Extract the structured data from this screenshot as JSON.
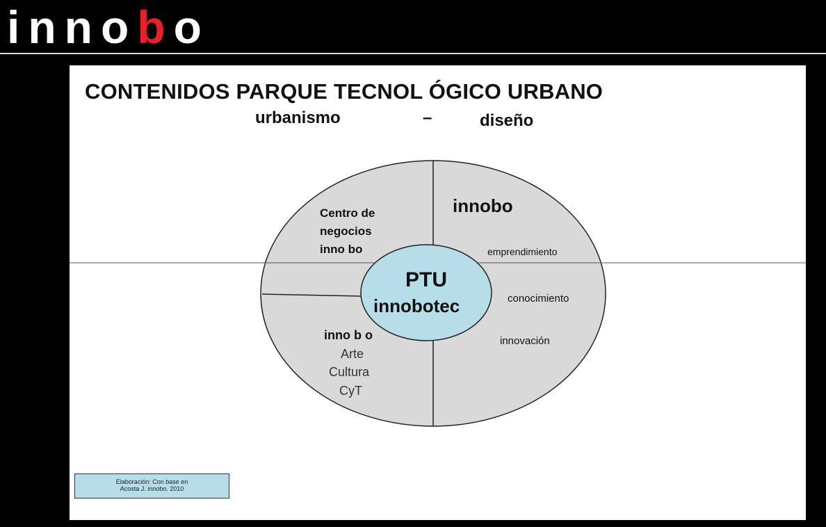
{
  "logo": {
    "prefix": "inno",
    "accent": "b",
    "suffix": "o",
    "text_color": "#ffffff",
    "accent_color": "#e8202a"
  },
  "slide": {
    "title": "CONTENIDOS PARQUE TECNOL ÓGICO URBANO",
    "subtitle_left": "urbanismo",
    "subtitle_dash": "–",
    "subtitle_right": "diseño"
  },
  "diagram": {
    "outer_fill": "#d9d9d9",
    "center_fill": "#b7dde8",
    "center": {
      "line1": "PTU",
      "line2": "innobotec"
    },
    "top_left": {
      "line1": "Centro de",
      "line2": "negocios",
      "line3": "inno bo"
    },
    "top_right": {
      "title": "innobo",
      "item": "emprendimiento"
    },
    "bottom_right": {
      "item1": "conocimiento",
      "item2": "innovación"
    },
    "bottom_left": {
      "title": "inno b o",
      "item1": "Arte",
      "item2": "Cultura",
      "item3": "CyT"
    }
  },
  "note": {
    "line1": "Elaboración: Con base en",
    "line2": "Acosta J. innobo. 2010"
  }
}
